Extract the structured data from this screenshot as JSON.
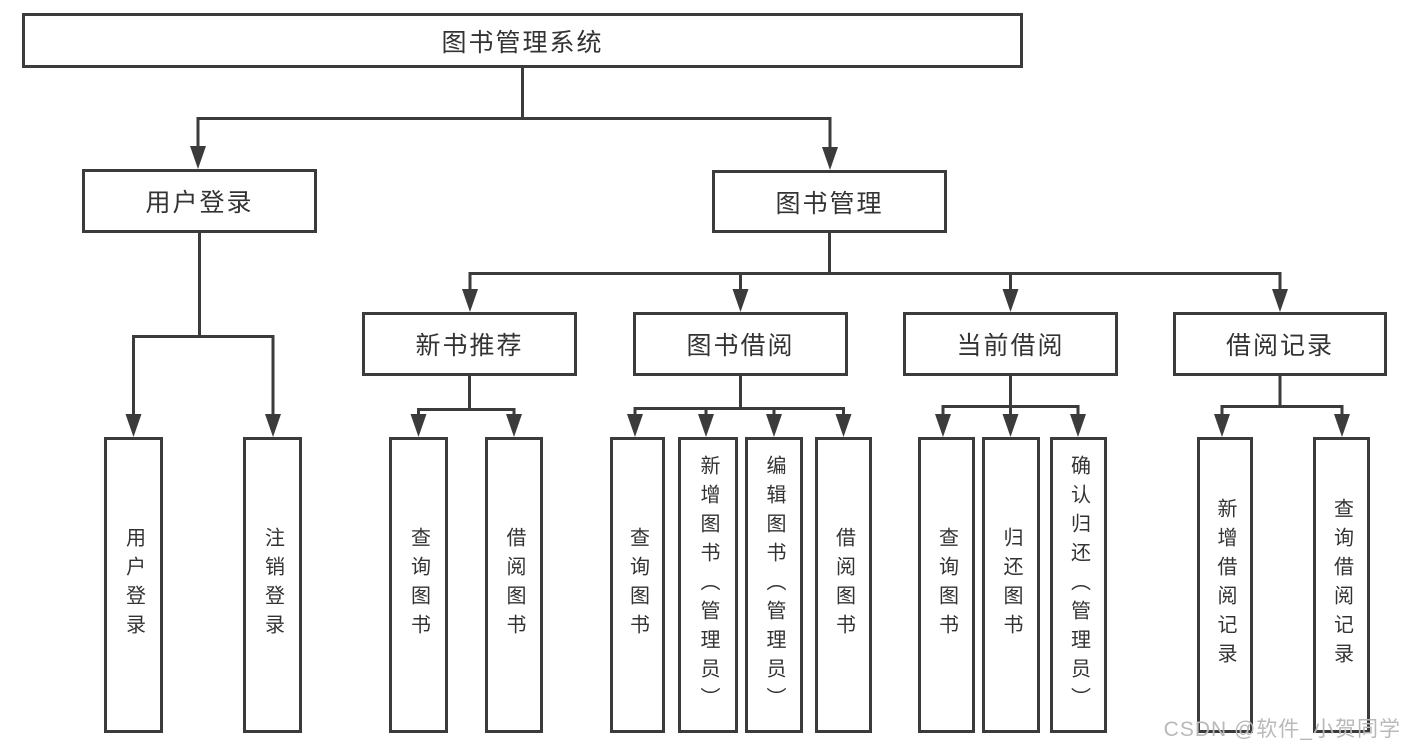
{
  "diagram": {
    "root": {
      "label": "图书管理系统"
    },
    "level2": [
      {
        "label": "用户登录"
      },
      {
        "label": "图书管理"
      }
    ],
    "level3": [
      {
        "label": "新书推荐"
      },
      {
        "label": "图书借阅"
      },
      {
        "label": "当前借阅"
      },
      {
        "label": "借阅记录"
      }
    ],
    "leaves": {
      "user_login": [
        "用户登录",
        "注销登录"
      ],
      "new_book_recommend": [
        "查询图书",
        "借阅图书"
      ],
      "book_borrow": [
        "查询图书",
        "新增图书（管理员）",
        "编辑图书（管理员）",
        "借阅图书"
      ],
      "current_borrow": [
        "查询图书",
        "归还图书",
        "确认归还（管理员）"
      ],
      "borrow_records": [
        "新增借阅记录",
        "查询借阅记录"
      ]
    }
  },
  "watermark": "CSDN @软件_小贺同学",
  "colors": {
    "line": "#3b3b3b",
    "text": "#333333",
    "watermark": "#b9b9b9",
    "background": "#ffffff"
  }
}
